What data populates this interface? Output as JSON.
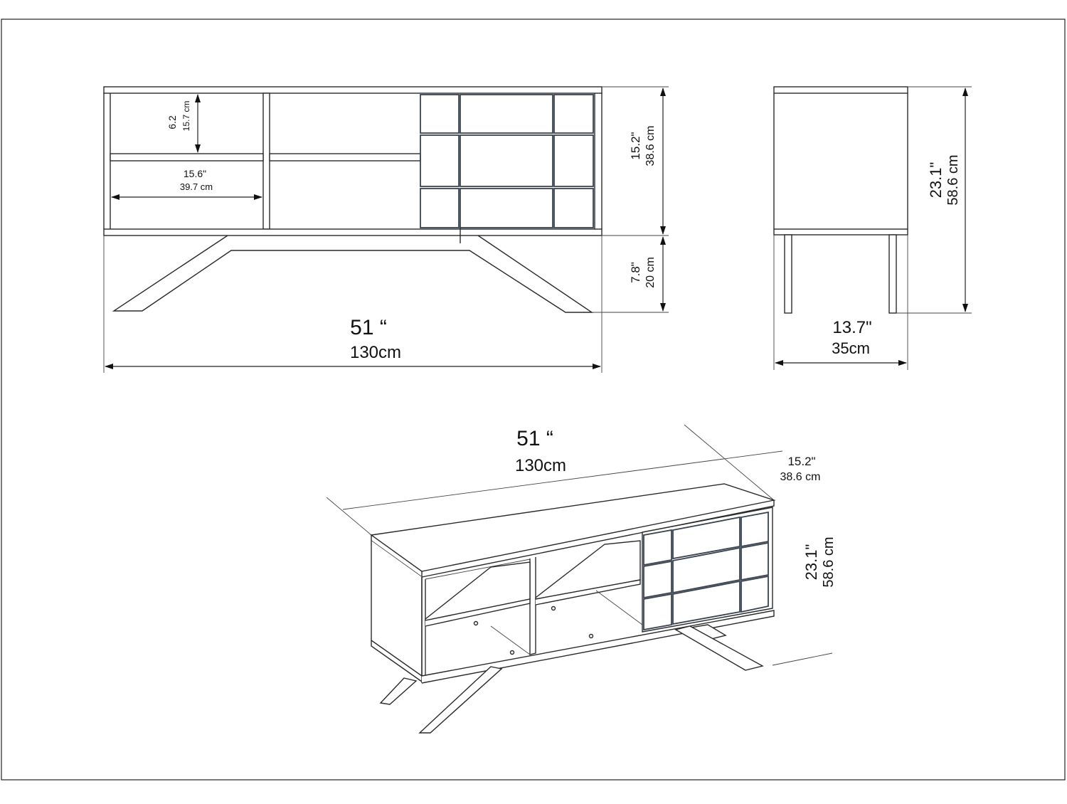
{
  "front_view": {
    "overall_width": {
      "inch": "51 “",
      "cm": "130cm"
    },
    "compartment_height": {
      "inch": "6.2",
      "cm": "15.7 cm"
    },
    "compartment_width": {
      "inch": "15.6\"",
      "cm": "39.7 cm"
    },
    "body_height": {
      "inch": "15.2\"",
      "cm": "38.6 cm"
    },
    "leg_height": {
      "inch": "7.8\"",
      "cm": "20 cm"
    }
  },
  "side_view": {
    "depth": {
      "inch": "13.7\"",
      "cm": "35cm"
    },
    "total_height": {
      "inch": "23.1\"",
      "cm": "58.6 cm"
    }
  },
  "perspective_view": {
    "width": {
      "inch": "51 “",
      "cm": "130cm"
    },
    "depth": {
      "inch": "15.2\"",
      "cm": "38.6 cm"
    },
    "height": {
      "inch": "23.1\"",
      "cm": "58.6 cm"
    }
  }
}
